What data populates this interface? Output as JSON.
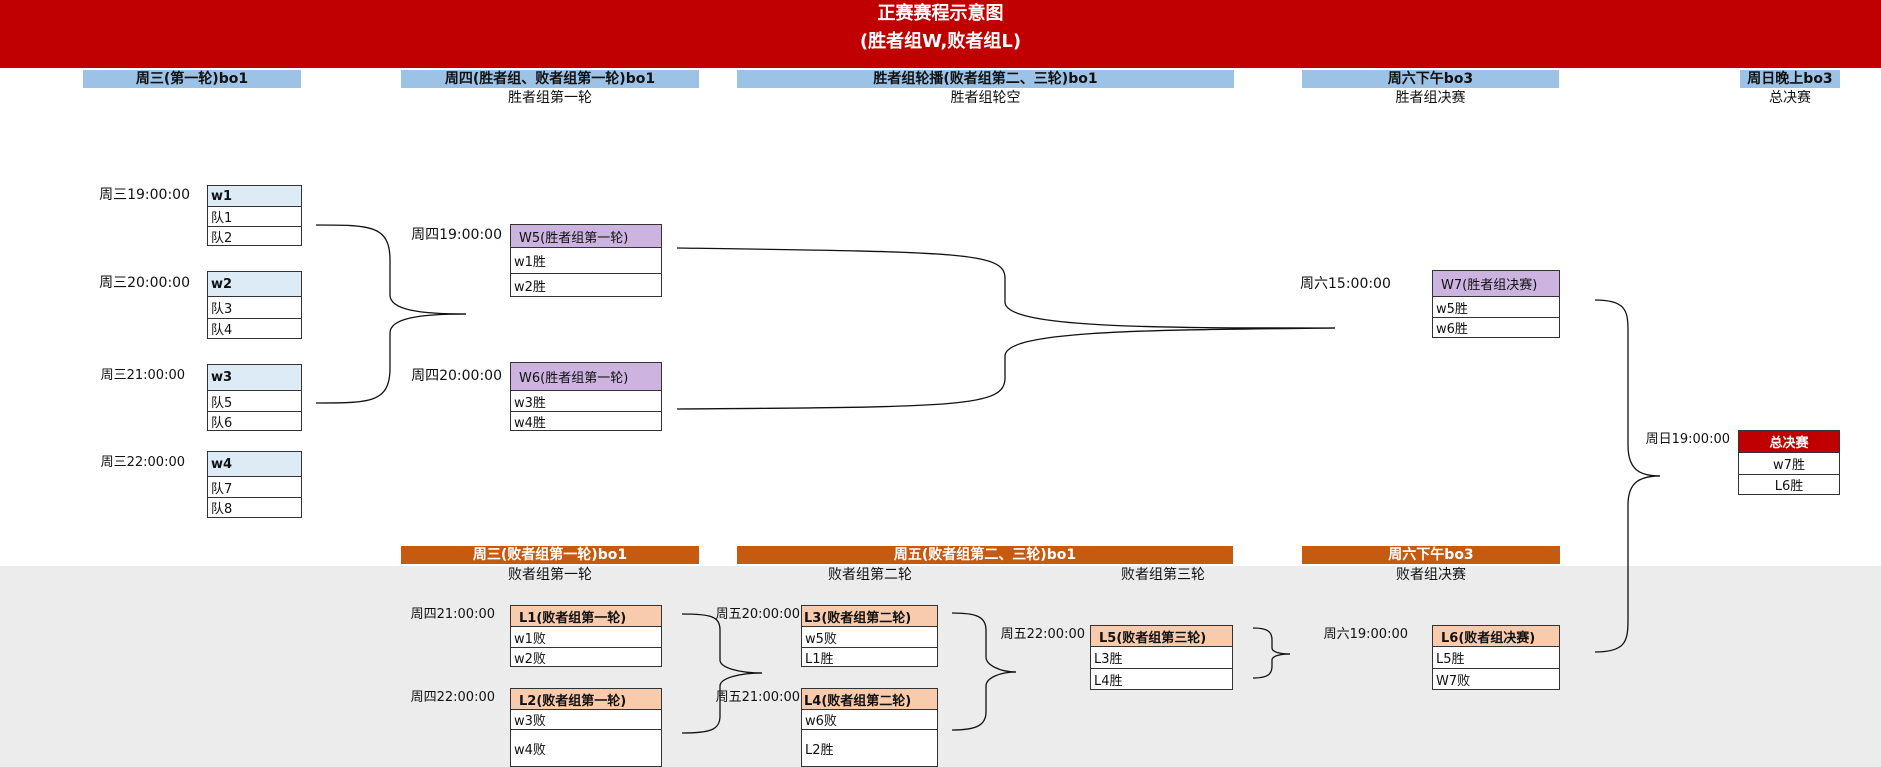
{
  "title": {
    "line1": "正赛赛程示意图",
    "line2": "(胜者组W,败者组L)"
  },
  "winner_headers": [
    {
      "label": "周三(第一轮)bo1",
      "sub": ""
    },
    {
      "label": "周四(胜者组、败者组第一轮)bo1",
      "sub": "胜者组第一轮"
    },
    {
      "label": "胜者组轮播(败者组第二、三轮)bo1",
      "sub": "胜者组轮空"
    },
    {
      "label": "周六下午bo3",
      "sub": "胜者组决赛"
    },
    {
      "label": "周日晚上bo3",
      "sub": "总决赛"
    }
  ],
  "loser_headers": [
    {
      "label": "周三(败者组第一轮)bo1",
      "sub": "败者组第一轮"
    },
    {
      "label": "周五(败者组第二、三轮)bo1",
      "sub": "败者组第二轮",
      "sub2": "败者组第三轮"
    },
    {
      "label": "周六下午bo3",
      "sub": "败者组决赛"
    }
  ],
  "matches": {
    "w1": {
      "time": "周三19:00:00",
      "title": "w1",
      "a": "队1",
      "b": "队2"
    },
    "w2": {
      "time": "周三20:00:00",
      "title": "w2",
      "a": "队3",
      "b": "队4"
    },
    "w3": {
      "time": "周三21:00:00",
      "title": "w3",
      "a": "队5",
      "b": "队6"
    },
    "w4": {
      "time": "周三22:00:00",
      "title": "w4",
      "a": "队7",
      "b": "队8"
    },
    "w5": {
      "time": "周四19:00:00",
      "title": "W5(胜者组第一轮)",
      "a": "w1胜",
      "b": "w2胜"
    },
    "w6": {
      "time": "周四20:00:00",
      "title": "W6(胜者组第一轮)",
      "a": "w3胜",
      "b": "w4胜"
    },
    "w7": {
      "time": "周六15:00:00",
      "title": "W7(胜者组决赛)",
      "a": "w5胜",
      "b": "w6胜"
    },
    "final": {
      "time": "周日19:00:00",
      "title": "总决赛",
      "a": "w7胜",
      "b": "L6胜"
    },
    "l1": {
      "time": "周四21:00:00",
      "title": "L1(败者组第一轮)",
      "a": "w1败",
      "b": "w2败"
    },
    "l2": {
      "time": "周四22:00:00",
      "title": "L2(败者组第一轮)",
      "a": "w3败",
      "b": "w4败"
    },
    "l3": {
      "time": "周五20:00:00",
      "title": "L3(败者组第二轮)",
      "a": "w5败",
      "b": "L1胜"
    },
    "l4": {
      "time": "周五21:00:00",
      "title": "L4(败者组第二轮)",
      "a": "w6败",
      "b": "L2胜"
    },
    "l5": {
      "time": "周五22:00:00",
      "title": "L5(败者组第三轮)",
      "a": "L3胜",
      "b": "L4胜"
    },
    "l6": {
      "time": "周六19:00:00",
      "title": "L6(败者组决赛)",
      "a": "L5胜",
      "b": "W7败"
    }
  },
  "colors": {
    "title_red": "#c00000",
    "winner_header_blue": "#9cc2e5",
    "loser_header_orange": "#c55a11",
    "first_round_box": "#ddebf7",
    "winner_box_purple": "#ccb3e0",
    "loser_box_peach": "#f8cbad",
    "loser_zone_gray": "#ececec"
  }
}
